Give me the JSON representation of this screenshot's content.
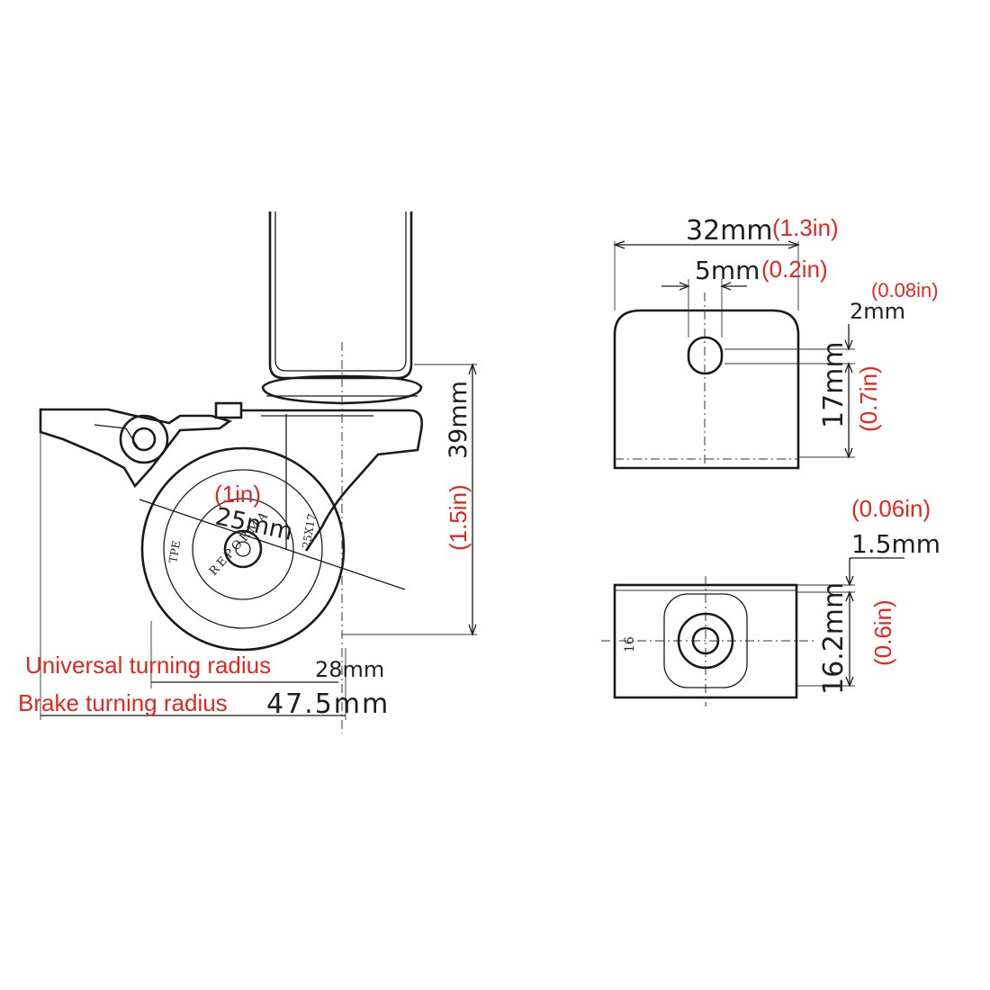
{
  "caster_view": {
    "height_mm": "39mm",
    "height_in": "(1.5in)",
    "wheel_mm": "25mm",
    "wheel_in": "(1in)",
    "wheel_print": "REPORMA",
    "wheel_print_2": "TPE",
    "wheel_print_3": "25X17",
    "universal_label": "Universal turning radius",
    "universal_mm": "28mm",
    "brake_label": "Brake turning radius",
    "brake_mm": "47.5mm"
  },
  "top_view": {
    "width_mm": "32mm",
    "width_in": "(1.3in)",
    "hole_mm": "5mm",
    "hole_in": "(0.2in)",
    "offset_mm": "2mm",
    "offset_in": "(0.08in)",
    "depth_mm": "17mm",
    "depth_in": "(0.7in)"
  },
  "bottom_view": {
    "thick_mm": "1.5mm",
    "thick_in": "(0.06in)",
    "height_mm": "16.2mm",
    "height_in": "(0.6in)",
    "inner_mark": "16"
  }
}
